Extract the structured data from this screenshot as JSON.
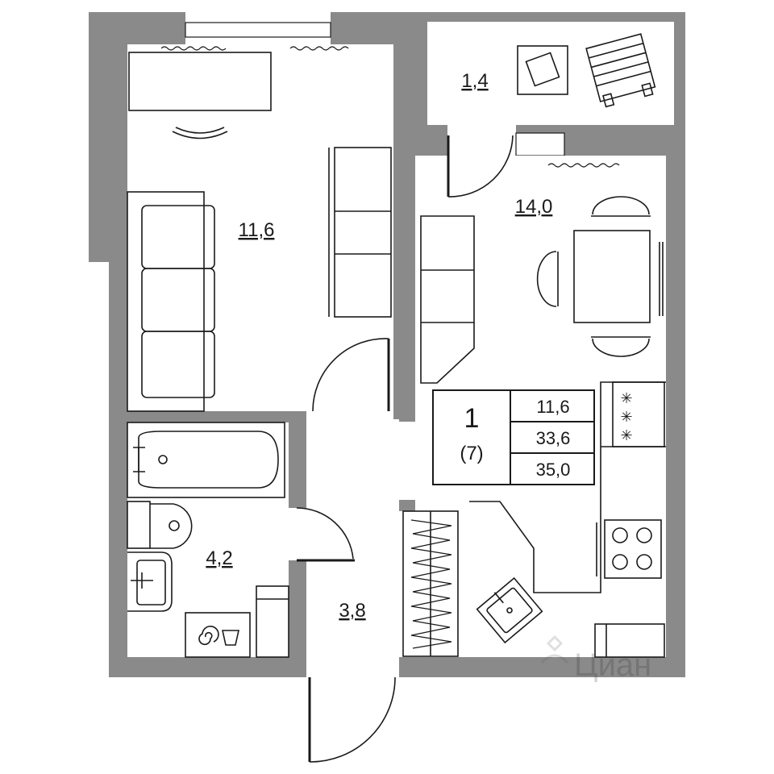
{
  "rooms": {
    "living": "11,6",
    "balcony": "1,4",
    "kitchen": "14,0",
    "bathroom": "4,2",
    "hall": "3,8"
  },
  "info": {
    "rooms_count": "1",
    "floor": "(7)",
    "living_area": "11,6",
    "total_area": "33,6",
    "full_area": "35,0"
  },
  "watermark": "Циан"
}
